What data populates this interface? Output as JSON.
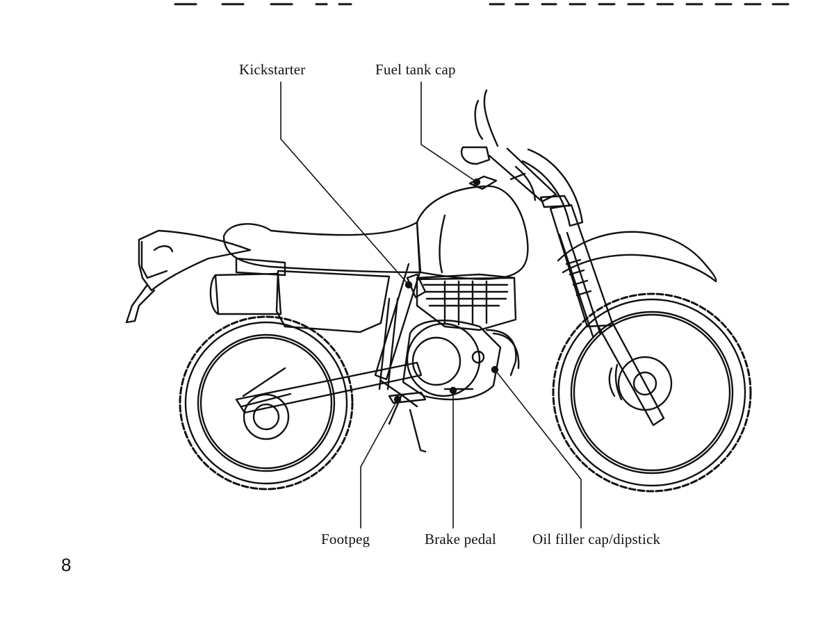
{
  "callouts": {
    "kickstarter": "Kickstarter",
    "fuel_tank_cap": "Fuel tank cap",
    "footpeg": "Footpeg",
    "brake_pedal": "Brake pedal",
    "oil_filler": "Oil filler cap/dipstick"
  },
  "page_number": "8",
  "colors": {
    "ink": "#111111",
    "paper": "#ffffff"
  }
}
